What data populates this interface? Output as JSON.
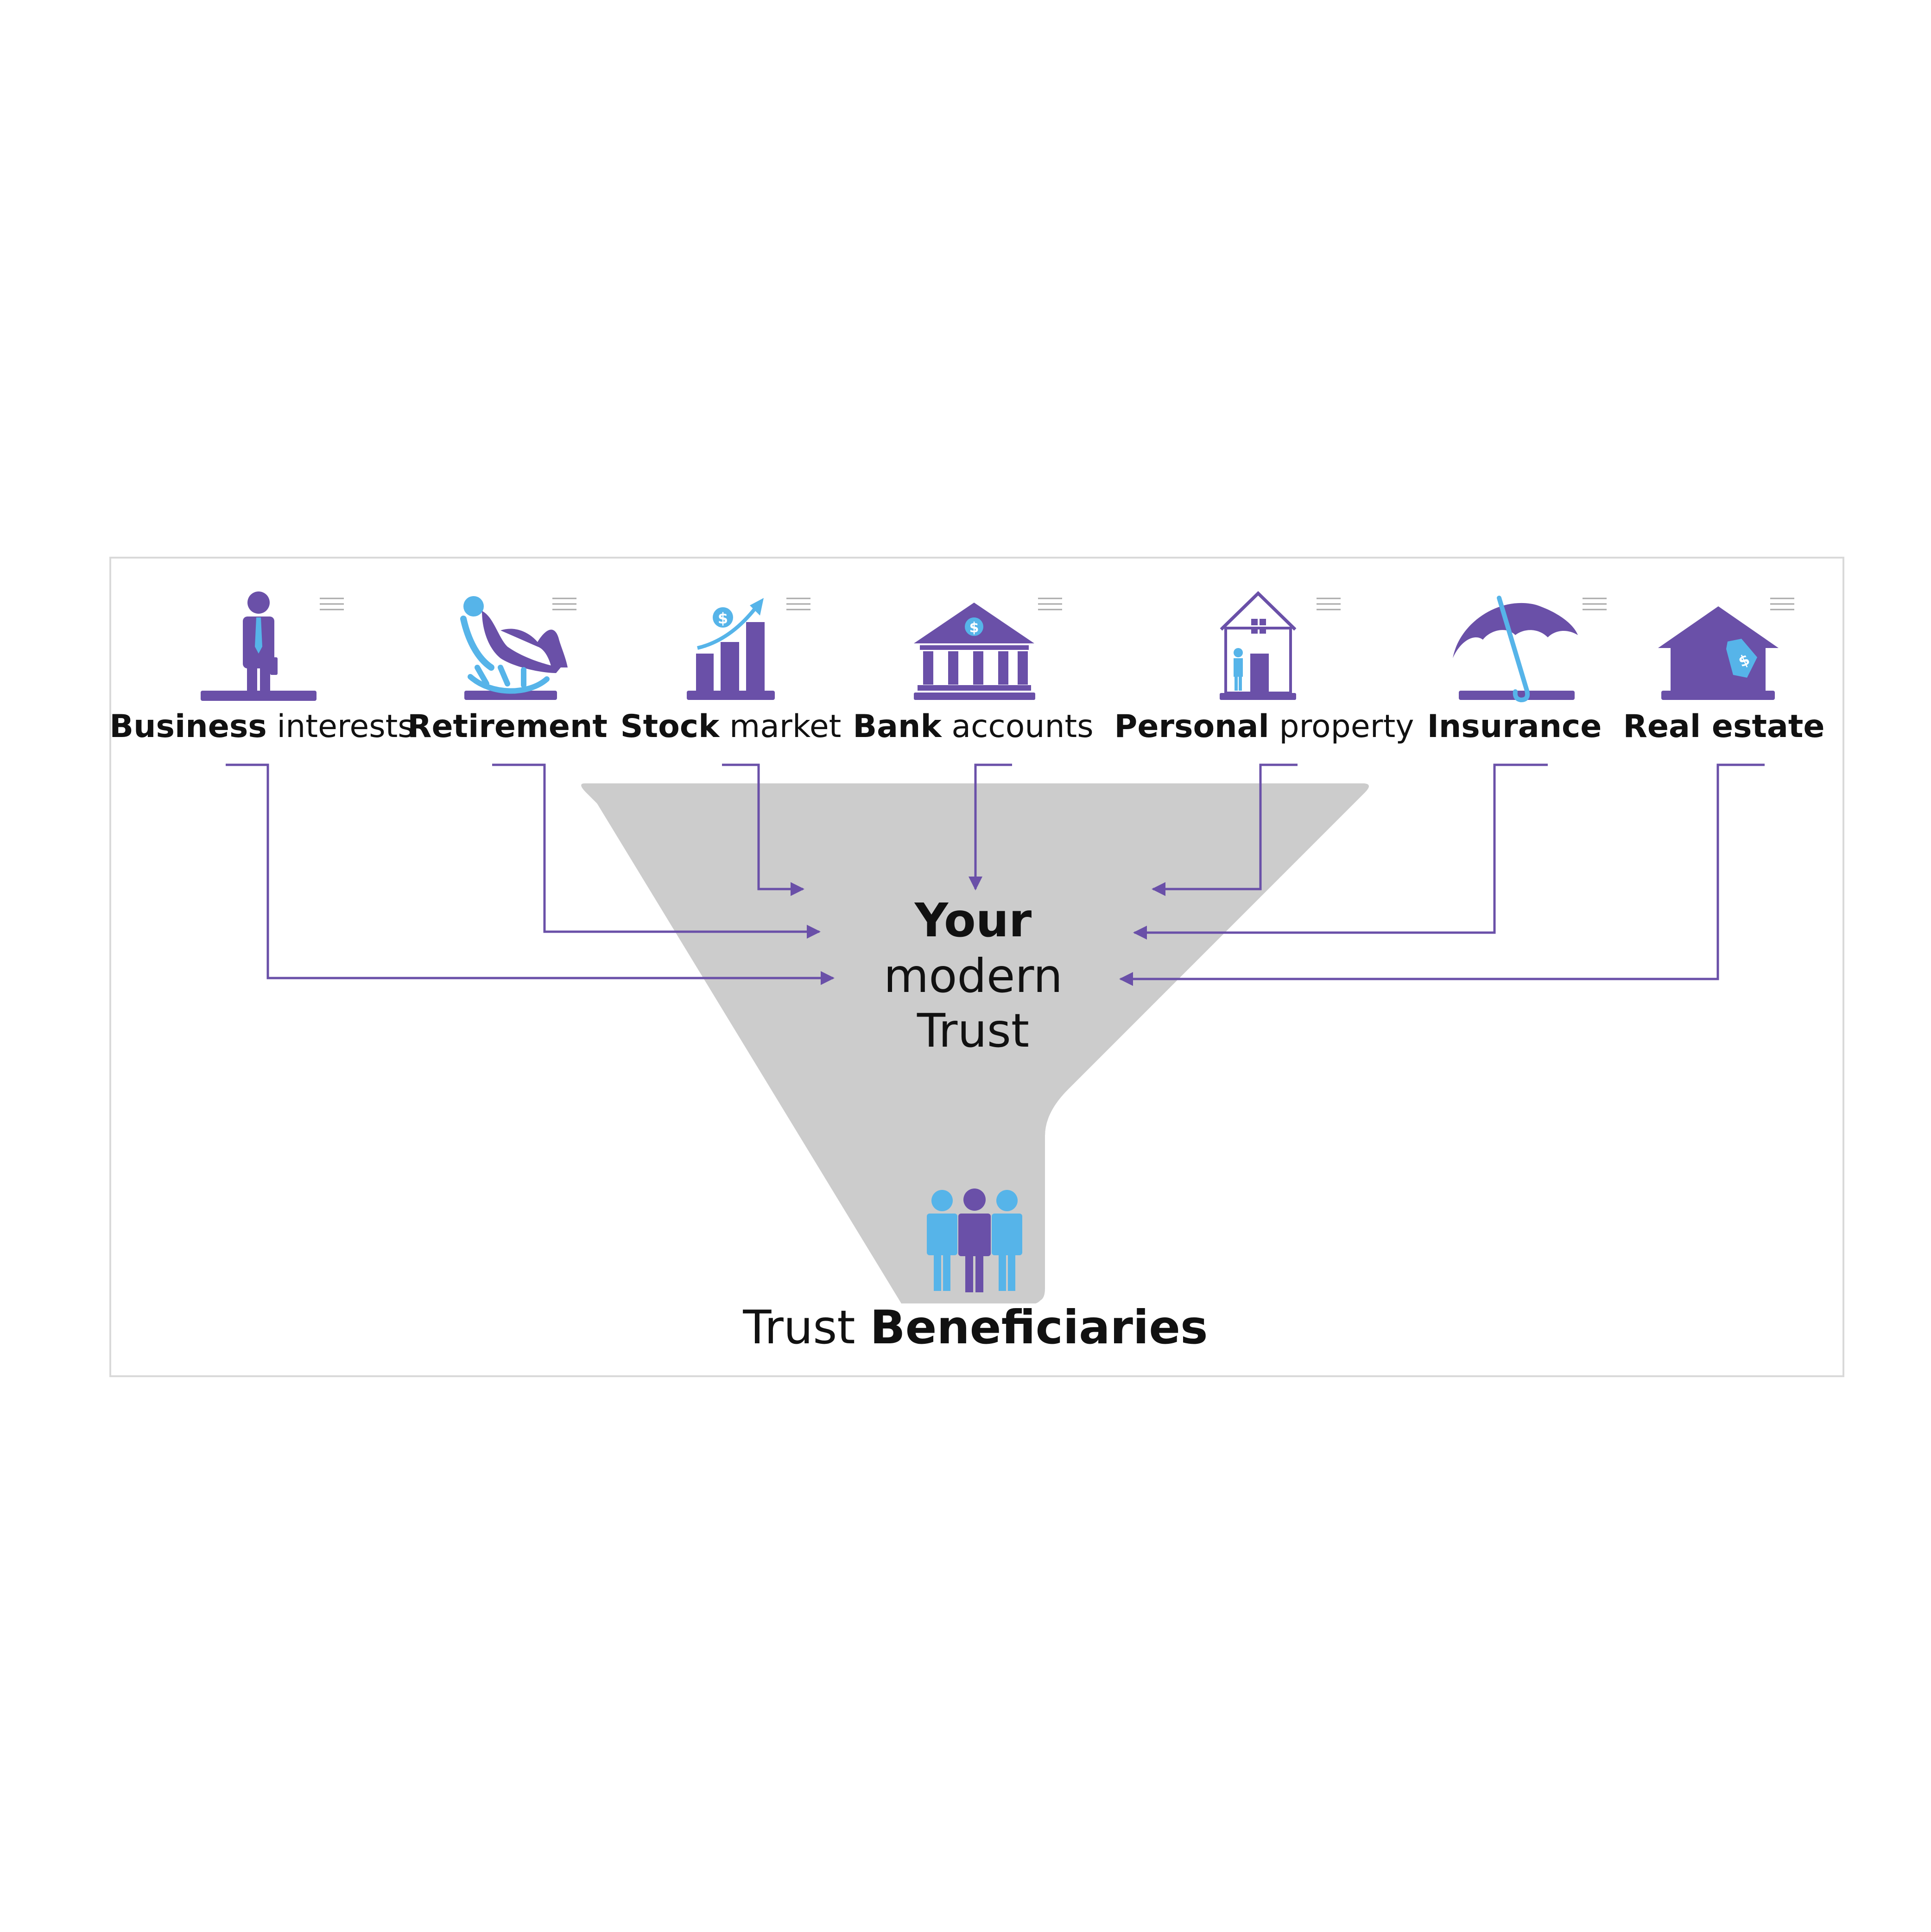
{
  "colors": {
    "purple": "#6a50a8",
    "light_blue": "#56b4e9",
    "funnel_gray": "#cccccc",
    "frame_border": "#d9d9d9",
    "text": "#111111"
  },
  "assets": [
    {
      "icon": "businessman-icon",
      "bold": "Business",
      "normal": " interests"
    },
    {
      "icon": "rocking-chair-icon",
      "bold": "Retirement",
      "normal": ""
    },
    {
      "icon": "bar-chart-growth-icon",
      "bold": "Stock",
      "normal": " market"
    },
    {
      "icon": "bank-building-icon",
      "bold": "Bank",
      "normal": " accounts"
    },
    {
      "icon": "house-icon",
      "bold": "Personal",
      "normal": " property"
    },
    {
      "icon": "umbrella-icon",
      "bold": "Insurance",
      "normal": ""
    },
    {
      "icon": "house-price-tag-icon",
      "bold": "Real estate",
      "normal": ""
    }
  ],
  "funnel": {
    "line1_bold": "Your",
    "line2": "modern",
    "line3": "Trust"
  },
  "footer": {
    "normal": "Trust ",
    "bold": "Beneficiaries"
  },
  "currency_symbol": "$"
}
